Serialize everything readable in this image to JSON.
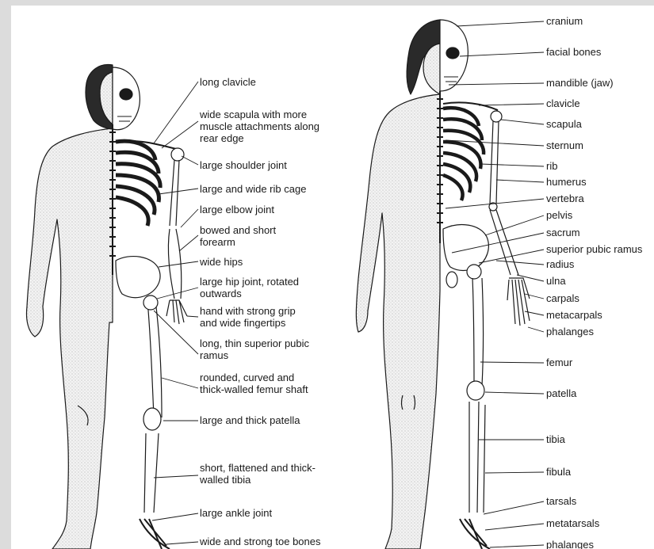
{
  "left_figure": {
    "labels": [
      {
        "id": "long-clavicle",
        "lines": [
          "long clavicle"
        ]
      },
      {
        "id": "wide-scapula",
        "lines": [
          "wide scapula with more",
          "muscle attachments along",
          "rear edge"
        ]
      },
      {
        "id": "large-shoulder-joint",
        "lines": [
          "large shoulder joint"
        ]
      },
      {
        "id": "large-wide-rib-cage",
        "lines": [
          "large and wide rib cage"
        ]
      },
      {
        "id": "large-elbow-joint",
        "lines": [
          "large elbow joint"
        ]
      },
      {
        "id": "bowed-short-forearm",
        "lines": [
          "bowed and short",
          "forearm"
        ]
      },
      {
        "id": "wide-hips",
        "lines": [
          "wide hips"
        ]
      },
      {
        "id": "large-hip-joint",
        "lines": [
          "large hip joint, rotated",
          "outwards"
        ]
      },
      {
        "id": "hand-strong-grip",
        "lines": [
          "hand with strong grip",
          "and wide fingertips"
        ]
      },
      {
        "id": "superior-pubic-ramus-long",
        "lines": [
          "long, thin superior pubic",
          "ramus"
        ]
      },
      {
        "id": "femur-shaft",
        "lines": [
          "rounded, curved and",
          "thick-walled femur shaft"
        ]
      },
      {
        "id": "large-thick-patella",
        "lines": [
          "large and thick patella"
        ]
      },
      {
        "id": "flattened-tibia",
        "lines": [
          "short, flattened and thick-",
          "walled tibia"
        ]
      },
      {
        "id": "large-ankle-joint",
        "lines": [
          "large ankle joint"
        ]
      },
      {
        "id": "wide-toe-bones",
        "lines": [
          "wide and strong toe bones"
        ]
      }
    ]
  },
  "right_figure": {
    "labels": [
      {
        "id": "cranium",
        "text": "cranium"
      },
      {
        "id": "facial-bones",
        "text": "facial bones"
      },
      {
        "id": "mandible",
        "text": "mandible (jaw)"
      },
      {
        "id": "clavicle",
        "text": "clavicle"
      },
      {
        "id": "scapula",
        "text": "scapula"
      },
      {
        "id": "sternum",
        "text": "sternum"
      },
      {
        "id": "rib",
        "text": "rib"
      },
      {
        "id": "humerus",
        "text": "humerus"
      },
      {
        "id": "vertebra",
        "text": "vertebra"
      },
      {
        "id": "pelvis",
        "text": "pelvis"
      },
      {
        "id": "sacrum",
        "text": "sacrum"
      },
      {
        "id": "superior-pubic-ramus",
        "text": "superior pubic ramus"
      },
      {
        "id": "radius",
        "text": "radius"
      },
      {
        "id": "ulna",
        "text": "ulna"
      },
      {
        "id": "carpals",
        "text": "carpals"
      },
      {
        "id": "metacarpals",
        "text": "metacarpals"
      },
      {
        "id": "phalanges-hand",
        "text": "phalanges"
      },
      {
        "id": "femur",
        "text": "femur"
      },
      {
        "id": "patella",
        "text": "patella"
      },
      {
        "id": "tibia",
        "text": "tibia"
      },
      {
        "id": "fibula",
        "text": "fibula"
      },
      {
        "id": "tarsals",
        "text": "tarsals"
      },
      {
        "id": "metatarsals",
        "text": "metatarsals"
      },
      {
        "id": "phalanges-foot",
        "text": "phalanges"
      }
    ]
  },
  "colors": {
    "ink": "#1a1a1a",
    "skin": "#efefef",
    "hair": "#2a2a2a",
    "frame": "#dcdcdc"
  }
}
